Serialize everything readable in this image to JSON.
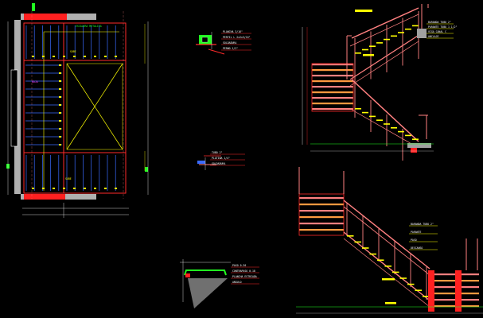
{
  "drawing": {
    "background": "#000000",
    "colors": {
      "frame": "#ff2a2a",
      "rail": "#ff8080",
      "blue": "#3a6bff",
      "yellow": "#ffff00",
      "green": "#20ff20",
      "grey": "#b0b0b0",
      "white": "#ffffff",
      "orange": "#ff9a40",
      "magenta": "#ff40ff"
    },
    "plan_title": "ESCALERA METALICA",
    "plan_tag_a": "SUBE",
    "plan_tag_b": "BAJA",
    "plan_tag_c": "SUBE",
    "plan_axis_a": "A",
    "plan_axis_b": "B",
    "plan_axis_c": "1",
    "detail_callouts": [
      "PLANCHA 3/16\"",
      "PERFIL L 2x2x3/16\"",
      "SOLDADURA",
      "PERNO 1/2\""
    ],
    "detail2_callouts": [
      "TUBO 2\"",
      "PLATINA 1/4\"",
      "SOLDADURA"
    ],
    "detail3_callouts": [
      "PASO 0.30",
      "CONTRAPASO 0.18",
      "PLANCHA ESTRIADA",
      "ANGULO"
    ],
    "elev_callouts": [
      "BARANDA TUBO 2\"",
      "PARANTE TUBO 1 1/2\"",
      "VIGA CANAL C",
      "ANCLAJE"
    ],
    "elev2_callouts": [
      "BARANDA TUBO 2\"",
      "PARANTE",
      "PASO",
      "DESCANSO"
    ]
  }
}
